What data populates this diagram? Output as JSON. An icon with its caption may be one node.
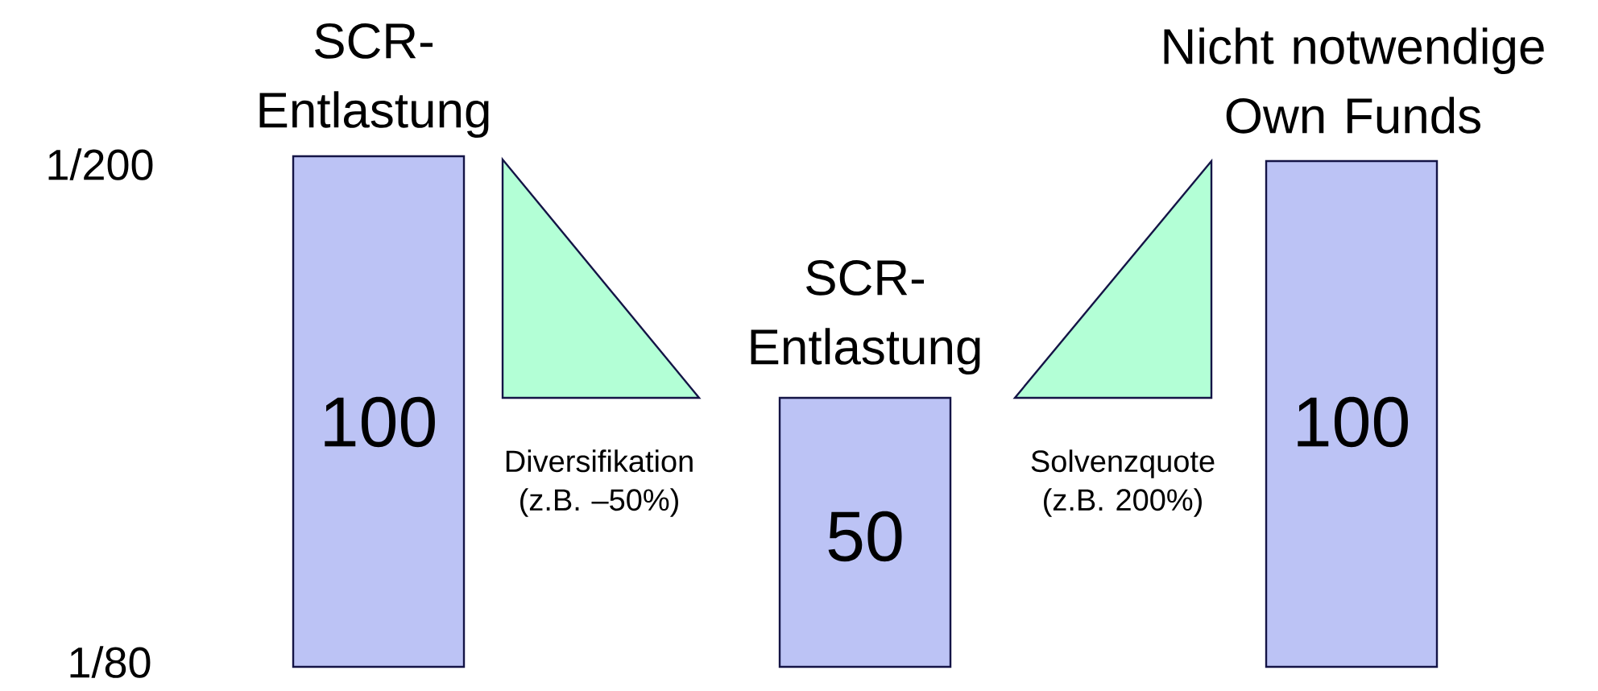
{
  "diagram": {
    "nodes": [
      {
        "text": [
          "SCR- Entlastung",
          "100"
        ]
      },
      {
        "text": [],
        "shape": "triangle"
      },
      {
        "text": [
          "SCR- Entlastung",
          "50"
        ]
      },
      {
        "text": [],
        "shape": "triangle"
      },
      {
        "text": [
          "Nicht notwendige Own Funds",
          "100"
        ]
      }
    ],
    "labels": [
      "1/200",
      "Diversifikation (z.B. –50%)",
      "Solvenzquote (z.B. 200%)",
      "1/80"
    ]
  }
}
